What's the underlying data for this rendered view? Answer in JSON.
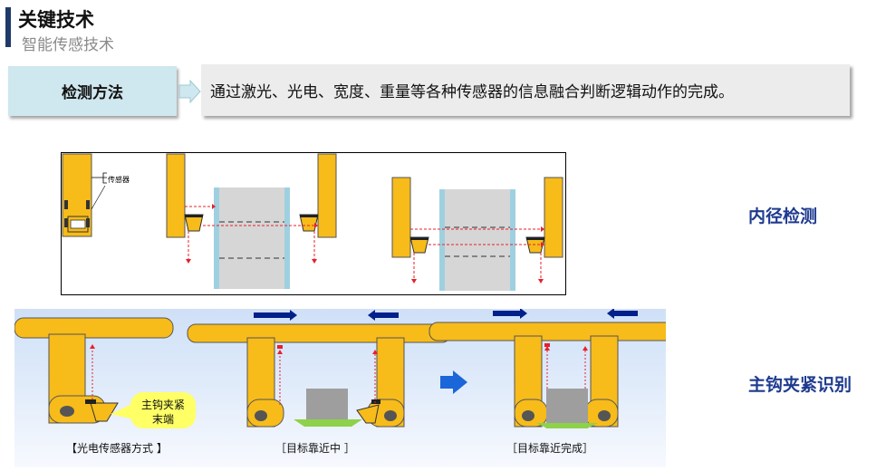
{
  "header": {
    "title": "关键技术",
    "subtitle": "智能传感技术"
  },
  "method": {
    "label": "检测方法",
    "description": "通过激光、光电、宽度、重量等各种传感器的信息融合判断逻辑动作的完成。"
  },
  "diagram_top": {
    "sensor_label": "传感器",
    "caption": "内径检测"
  },
  "diagram_bottom": {
    "callout": [
      "主钩夹紧",
      "末端"
    ],
    "caption_method": "【光电传感器方式 】",
    "caption_approaching": "［目标靠近中 ］",
    "caption_done": "［目标靠近完成］",
    "caption": "主钩夹紧识别"
  },
  "colors": {
    "accent": "#1f3a68",
    "yellow": "#f7bb1a",
    "laser_red": "#e8202a",
    "label_blue": "#1f3b8f",
    "roll_gray": "#d6d6d6",
    "roll_edge": "#9fd0e0",
    "green": "#8ed14a"
  }
}
